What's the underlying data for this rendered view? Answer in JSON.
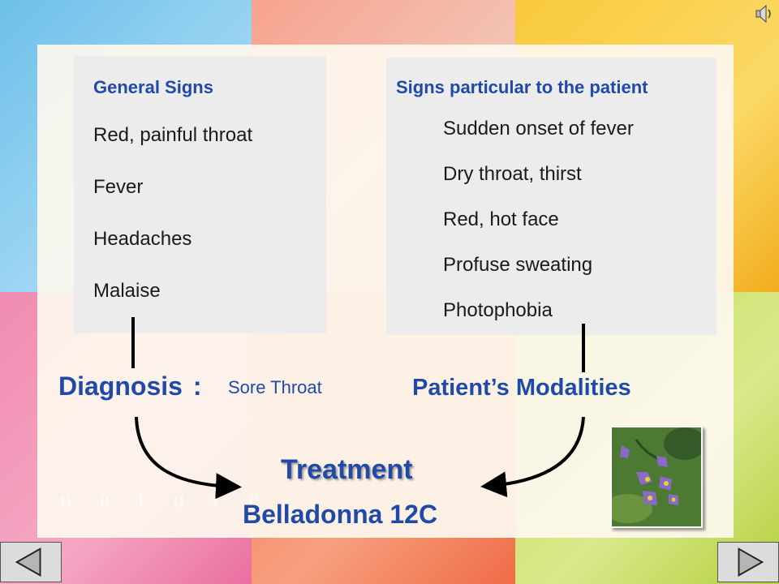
{
  "general": {
    "heading": "General Signs",
    "items": [
      "Red, painful throat",
      "Fever",
      "Headaches",
      "Malaise"
    ]
  },
  "particular": {
    "heading": "Signs particular to the patient",
    "items": [
      "Sudden onset of fever",
      "Dry throat, thirst",
      "Red, hot face",
      "Profuse sweating",
      "Photophobia"
    ]
  },
  "diagnosis": {
    "label": "Diagnosis",
    "separator": ":",
    "value": "Sore Throat"
  },
  "modalities": {
    "label": "Patient’s Modalities"
  },
  "treatment": {
    "title": "Treatment",
    "remedy": "Belladonna 12C"
  },
  "watermark": "nature",
  "icons": {
    "speaker": "speaker-icon",
    "prev": "triangle-left-icon",
    "next": "triangle-right-icon",
    "photo": "belladonna-flower-photo"
  },
  "colors": {
    "accent": "#1f4aa8",
    "box": "#ececec"
  }
}
